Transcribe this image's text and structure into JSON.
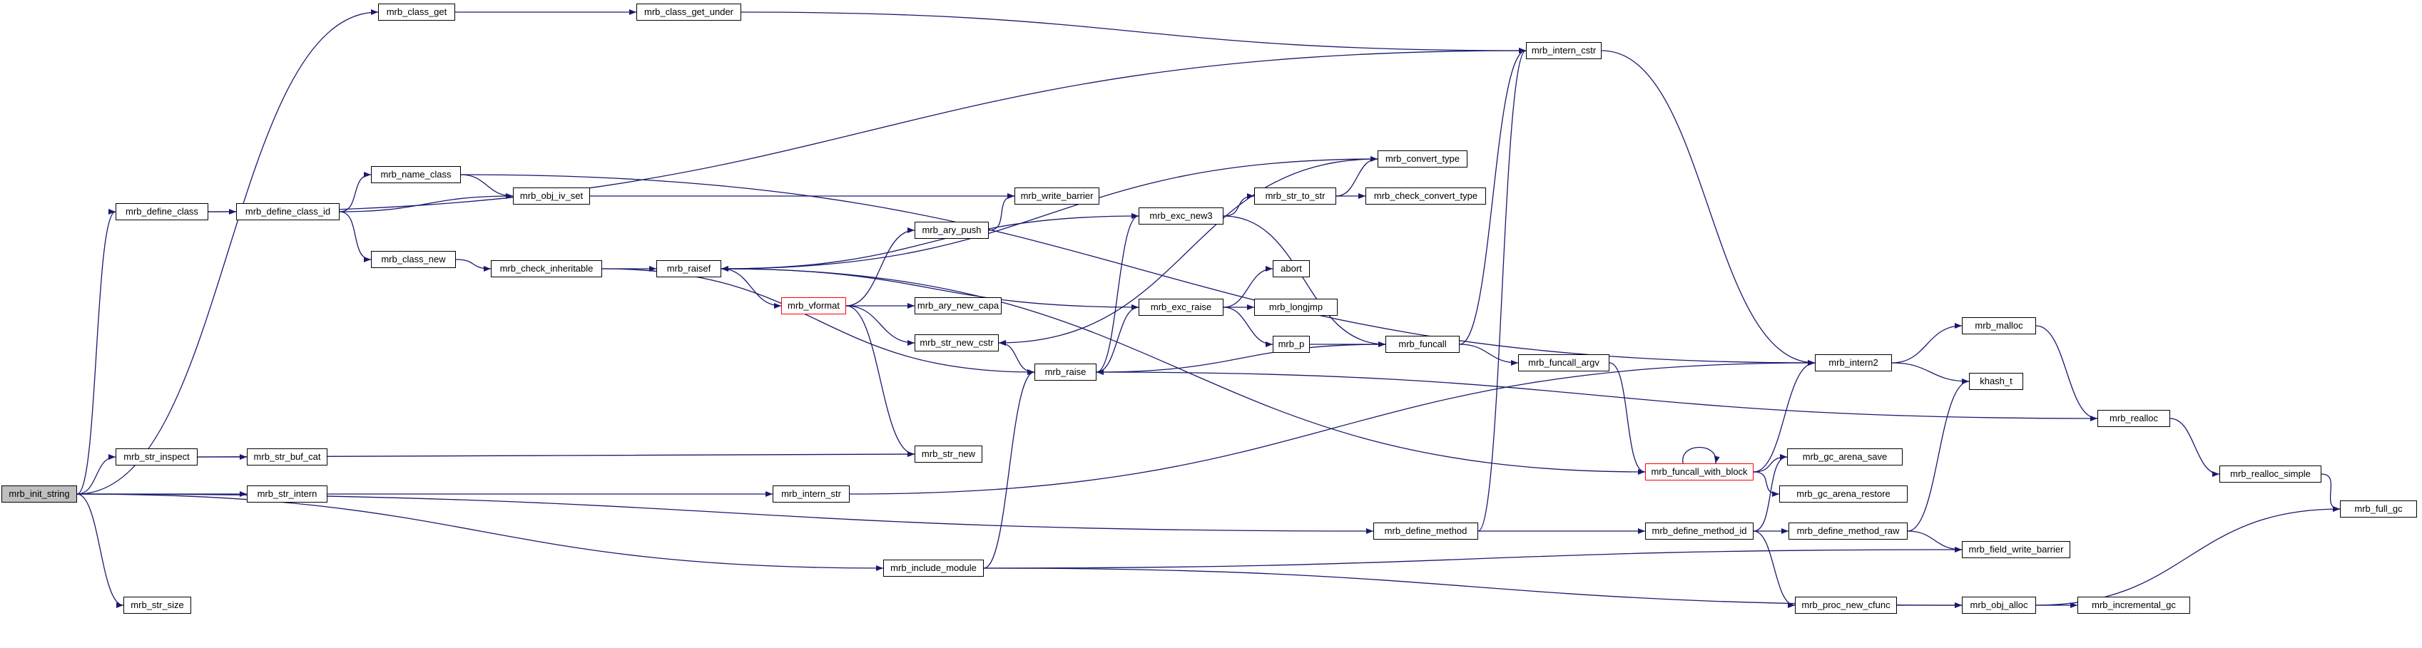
{
  "graph": {
    "colors": {
      "edge": "#191970",
      "border": "#000000",
      "node_fill": "#ffffff",
      "root_fill": "#bfbfbf",
      "truncated_border": "#ff0000"
    },
    "nodes": [
      {
        "label": "mrb_init_string",
        "root": true
      },
      {
        "label": "mrb_class_get"
      },
      {
        "label": "mrb_class_get_under"
      },
      {
        "label": "mrb_intern_cstr"
      },
      {
        "label": "mrb_define_class"
      },
      {
        "label": "mrb_define_class_id"
      },
      {
        "label": "mrb_name_class"
      },
      {
        "label": "mrb_obj_iv_set"
      },
      {
        "label": "mrb_write_barrier"
      },
      {
        "label": "mrb_class_new"
      },
      {
        "label": "mrb_check_inheritable"
      },
      {
        "label": "mrb_raisef"
      },
      {
        "label": "mrb_vformat",
        "truncated": true
      },
      {
        "label": "mrb_ary_push"
      },
      {
        "label": "mrb_ary_new_capa"
      },
      {
        "label": "mrb_str_new_cstr"
      },
      {
        "label": "mrb_raise"
      },
      {
        "label": "mrb_str_new"
      },
      {
        "label": "mrb_exc_new3"
      },
      {
        "label": "mrb_str_to_str"
      },
      {
        "label": "mrb_convert_type"
      },
      {
        "label": "mrb_check_convert_type"
      },
      {
        "label": "abort"
      },
      {
        "label": "mrb_exc_raise"
      },
      {
        "label": "mrb_longjmp"
      },
      {
        "label": "mrb_p"
      },
      {
        "label": "mrb_funcall"
      },
      {
        "label": "mrb_funcall_argv"
      },
      {
        "label": "mrb_intern2"
      },
      {
        "label": "mrb_malloc"
      },
      {
        "label": "khash_t"
      },
      {
        "label": "mrb_realloc"
      },
      {
        "label": "mrb_realloc_simple"
      },
      {
        "label": "mrb_full_gc"
      },
      {
        "label": "mrb_funcall_with_block",
        "truncated": true
      },
      {
        "label": "mrb_gc_arena_save"
      },
      {
        "label": "mrb_gc_arena_restore"
      },
      {
        "label": "mrb_define_method_raw"
      },
      {
        "label": "mrb_field_write_barrier"
      },
      {
        "label": "mrb_define_method"
      },
      {
        "label": "mrb_define_method_id"
      },
      {
        "label": "mrb_proc_new_cfunc"
      },
      {
        "label": "mrb_obj_alloc"
      },
      {
        "label": "mrb_incremental_gc"
      },
      {
        "label": "mrb_str_inspect"
      },
      {
        "label": "mrb_str_buf_cat"
      },
      {
        "label": "mrb_str_intern"
      },
      {
        "label": "mrb_intern_str"
      },
      {
        "label": "mrb_include_module"
      },
      {
        "label": "mrb_str_size"
      }
    ],
    "edges": [
      [
        0,
        1
      ],
      [
        0,
        4
      ],
      [
        0,
        44
      ],
      [
        0,
        46
      ],
      [
        0,
        39
      ],
      [
        0,
        48
      ],
      [
        0,
        49
      ],
      [
        1,
        2
      ],
      [
        2,
        3
      ],
      [
        4,
        5
      ],
      [
        4,
        3
      ],
      [
        5,
        6
      ],
      [
        5,
        7
      ],
      [
        5,
        9
      ],
      [
        6,
        7
      ],
      [
        6,
        28
      ],
      [
        7,
        8
      ],
      [
        9,
        10
      ],
      [
        10,
        11
      ],
      [
        10,
        16
      ],
      [
        11,
        12
      ],
      [
        11,
        18
      ],
      [
        11,
        23
      ],
      [
        12,
        13
      ],
      [
        12,
        14
      ],
      [
        12,
        15
      ],
      [
        12,
        17
      ],
      [
        13,
        8
      ],
      [
        16,
        15
      ],
      [
        16,
        18
      ],
      [
        16,
        23
      ],
      [
        18,
        19
      ],
      [
        18,
        26
      ],
      [
        19,
        20
      ],
      [
        19,
        21
      ],
      [
        20,
        11
      ],
      [
        20,
        15
      ],
      [
        23,
        22
      ],
      [
        23,
        24
      ],
      [
        23,
        25
      ],
      [
        25,
        26
      ],
      [
        26,
        3
      ],
      [
        26,
        27
      ],
      [
        26,
        16
      ],
      [
        27,
        34
      ],
      [
        34,
        34
      ],
      [
        34,
        28
      ],
      [
        34,
        11
      ],
      [
        34,
        35
      ],
      [
        34,
        36
      ],
      [
        3,
        28
      ],
      [
        28,
        29
      ],
      [
        28,
        30
      ],
      [
        29,
        31
      ],
      [
        31,
        16
      ],
      [
        31,
        32
      ],
      [
        32,
        33
      ],
      [
        44,
        45
      ],
      [
        44,
        17
      ],
      [
        46,
        47
      ],
      [
        47,
        28
      ],
      [
        39,
        3
      ],
      [
        39,
        40
      ],
      [
        40,
        35
      ],
      [
        40,
        37
      ],
      [
        40,
        41
      ],
      [
        37,
        30
      ],
      [
        37,
        38
      ],
      [
        48,
        38
      ],
      [
        48,
        16
      ],
      [
        48,
        42
      ],
      [
        41,
        42
      ],
      [
        42,
        43
      ],
      [
        42,
        33
      ]
    ]
  }
}
